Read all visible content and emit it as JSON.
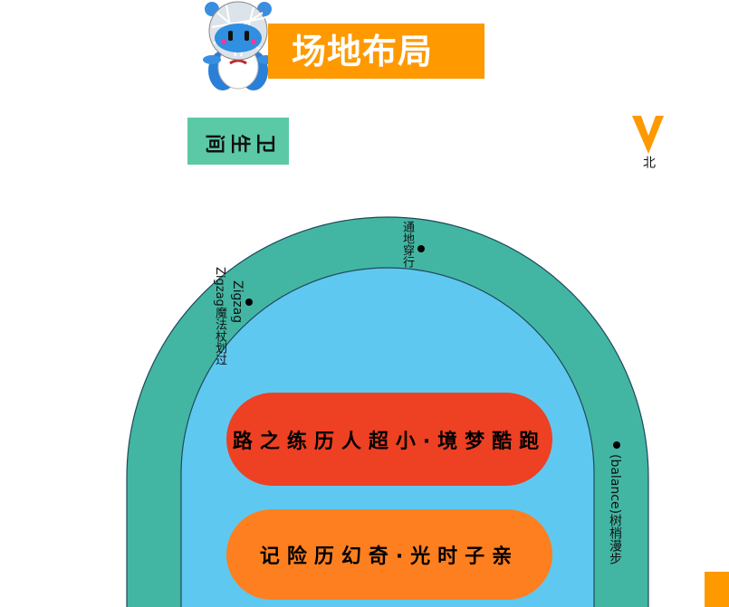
{
  "header": {
    "title": "场地布局"
  },
  "restroom": {
    "label": "卫生间"
  },
  "compass": {
    "north_label": "北",
    "color": "#fe9900"
  },
  "track": {
    "stations": [
      {
        "label": "通地穿行"
      },
      {
        "label": "Zigzag魔法杖划过"
      },
      {
        "label": "(balance)树梢漫步"
      }
    ]
  },
  "zones": [
    {
      "label": "跑酷梦境·小超人历练之路",
      "color": "#ee4023"
    },
    {
      "label": "亲子时光·奇幻历险记",
      "color": "#fe7f1f"
    }
  ],
  "colors": {
    "track": "#42b6a3",
    "field": "#5fc8f0",
    "title": "#fe9900",
    "restroom": "#5bc9a6"
  }
}
